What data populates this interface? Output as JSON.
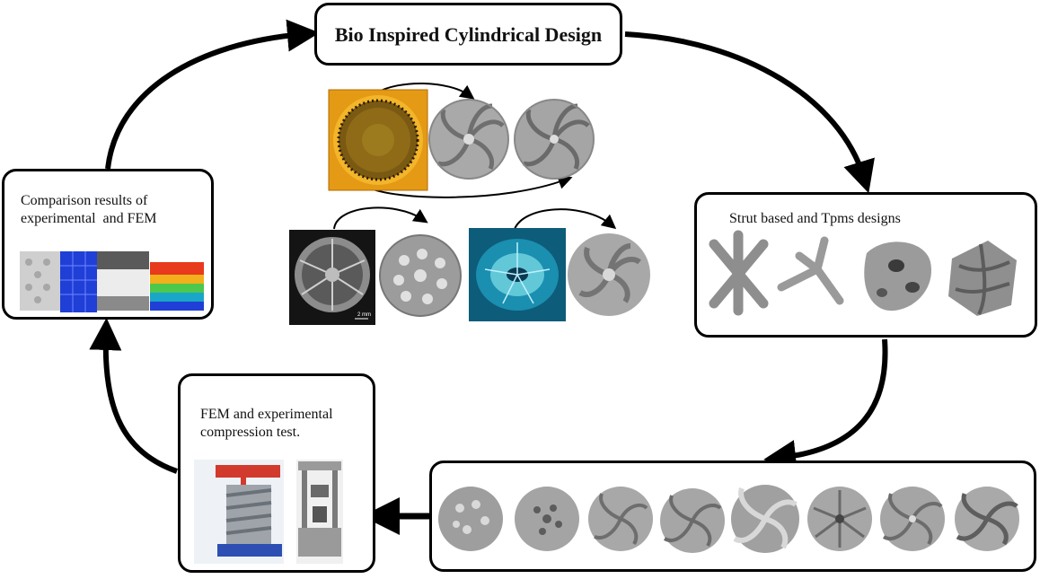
{
  "nodes": {
    "top": {
      "title": "Bio Inspired Cylindrical Design"
    },
    "right": {
      "title": "Strut based and Tpms designs"
    },
    "left": {
      "line1": "Comparison results of",
      "line2": "experimental  and FEM"
    },
    "bottom_left": {
      "line1": "FEM and experimental",
      "line2": "compression test."
    }
  },
  "images": {
    "top_cluster": [
      "sunflower-photo",
      "spiral-design-1",
      "spiral-design-2",
      "cross-section-micrograph",
      "lattice-sphere-design",
      "underwater-radial-photo",
      "swirl-design"
    ],
    "scale_bar": "2 mm",
    "right_units": [
      "strut-cross-unit",
      "strut-bcc-unit",
      "gyroid-tpms-unit",
      "diamond-tpms-unit"
    ],
    "bottom_row": [
      "design-1",
      "design-2",
      "design-3",
      "design-4",
      "design-5",
      "design-6",
      "design-7",
      "design-8"
    ],
    "bottom_left": [
      "fem-simulation-render",
      "compression-test-rig"
    ],
    "left_results": [
      "specimen-photo",
      "blue-fem-mesh",
      "crushed-sample-photo",
      "stress-contour-plot"
    ]
  },
  "colors": {
    "stroke": "#000000",
    "design_gray": "#9a9a9a",
    "sunflower": "#e8a01c",
    "fem_blue": "#1f3fd6"
  }
}
